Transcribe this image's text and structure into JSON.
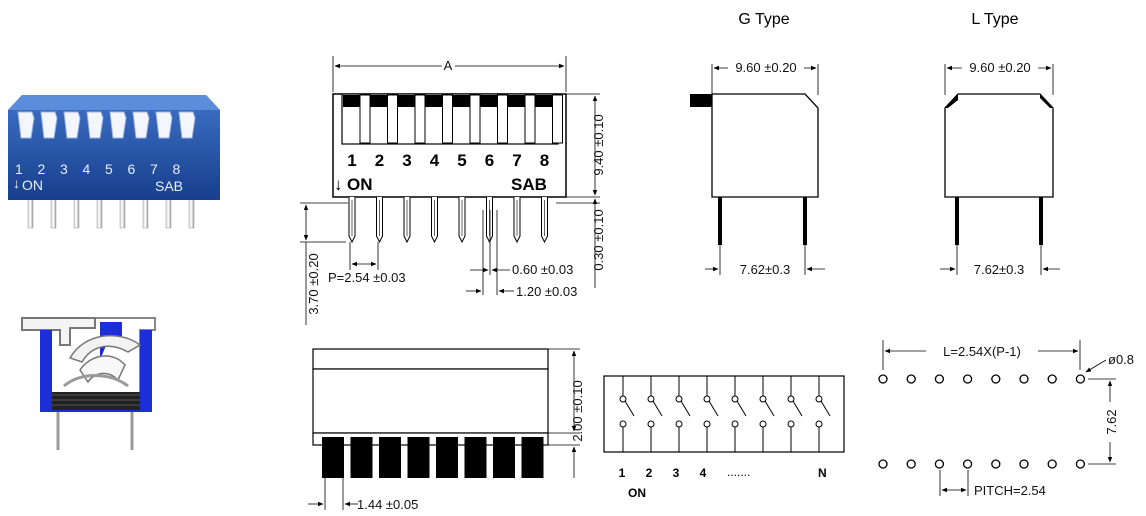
{
  "switch_numbers": [
    "1",
    "2",
    "3",
    "4",
    "5",
    "6",
    "7",
    "8"
  ],
  "photo": {
    "numbers": [
      "1",
      "2",
      "3",
      "4",
      "5",
      "6",
      "7",
      "8"
    ],
    "on_label": "ON",
    "arrow": "↓",
    "brand": "SAB"
  },
  "front_view": {
    "dim_width": "A",
    "on_label": "ON",
    "arrow": "↓",
    "brand": "SAB",
    "dim_height": "9.40 ±0.10",
    "dim_standoff": "0.30 ±0.10",
    "dim_pin_length": "3.70 ±0.20",
    "dim_pitch": "P=2.54 ±0.03",
    "dim_pin_thickness": "0.60 ±0.03",
    "dim_pin_width": "1.20 ±0.03"
  },
  "g_type": {
    "title": "G Type",
    "dim_top": "9.60 ±0.20",
    "dim_bottom": "7.62±0.3"
  },
  "l_type": {
    "title": "L Type",
    "dim_top": "9.60 ±0.20",
    "dim_bottom": "7.62±0.3"
  },
  "side_view": {
    "dim_height": "2.00 ±0.10",
    "dim_actuator": "1.44 ±0.05"
  },
  "schematic": {
    "labels": [
      "1",
      "2",
      "3",
      "4"
    ],
    "dots": ".......",
    "last_label": "N",
    "on_label": "ON"
  },
  "footprint": {
    "dim_length": "L=2.54X(P-1)",
    "dim_hole": "ø0.8",
    "dim_row": "7.62",
    "dim_pitch": "PITCH=2.54"
  }
}
